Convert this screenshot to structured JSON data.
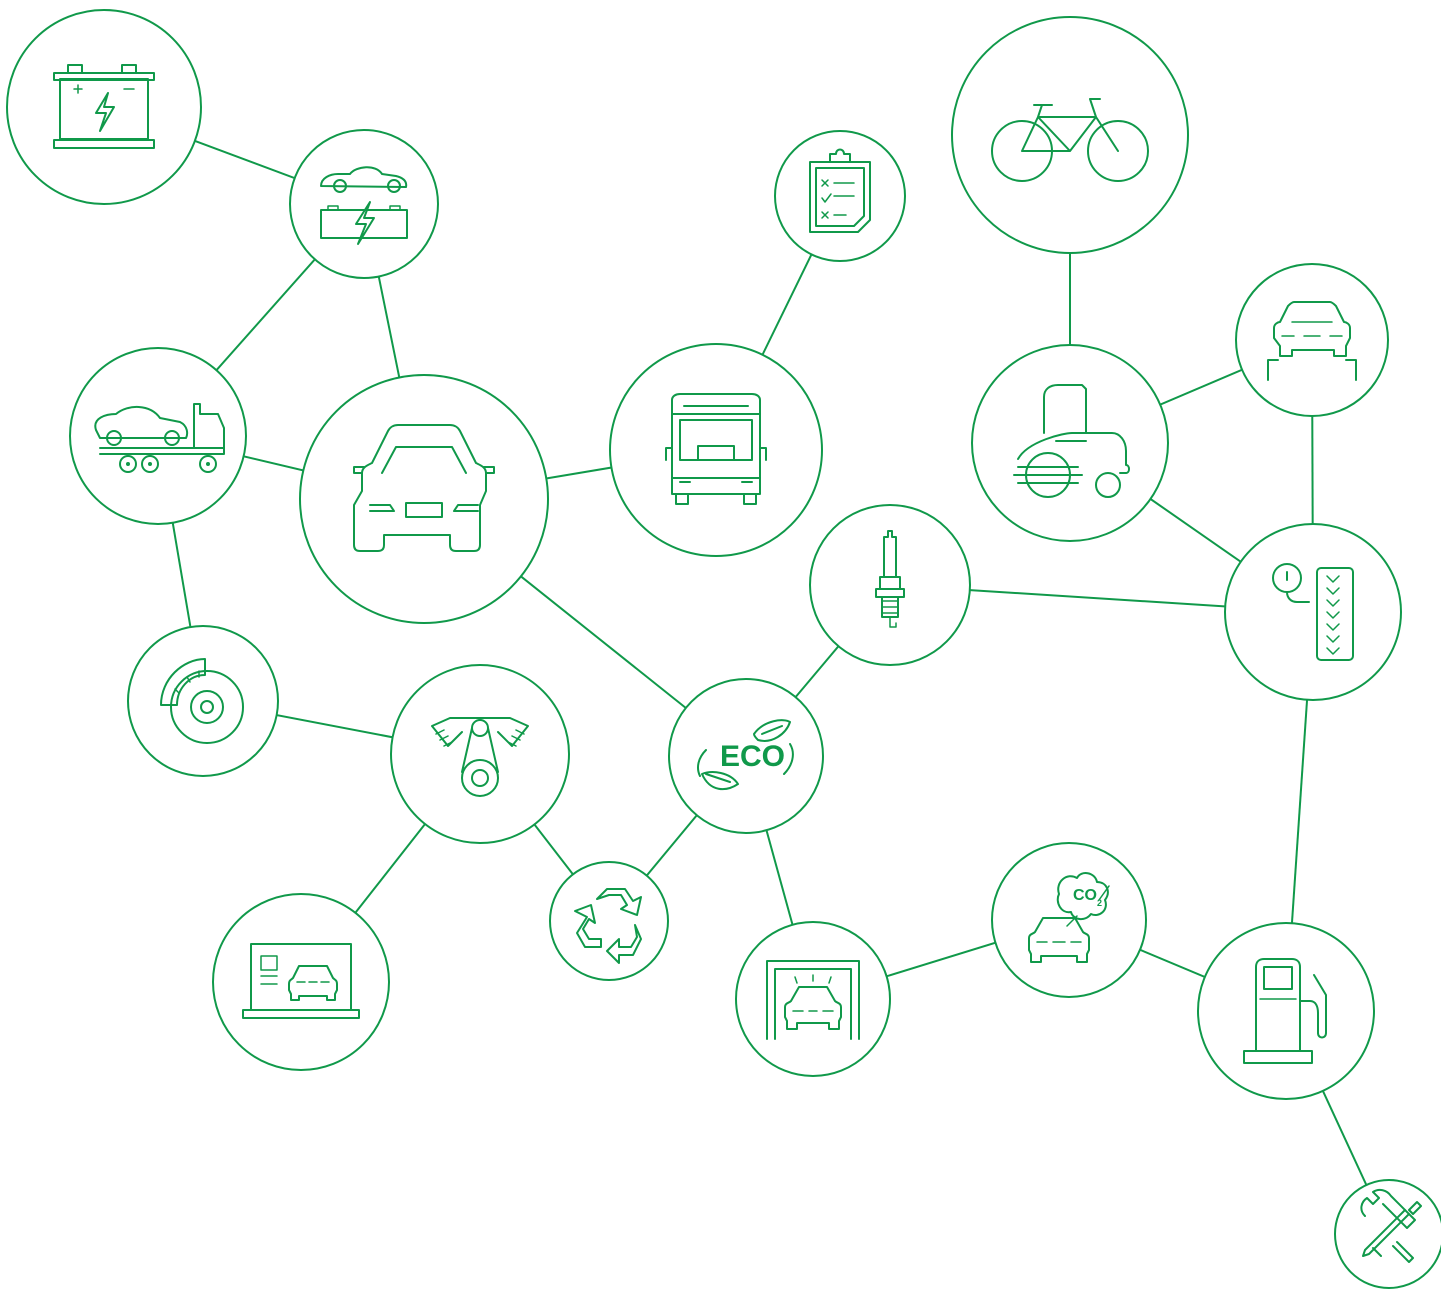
{
  "theme": {
    "stroke": "#10994a",
    "background": "#ffffff"
  },
  "nodes": [
    {
      "id": "battery",
      "icon": "battery-icon"
    },
    {
      "id": "ev-charging",
      "icon": "electric-car-battery-icon"
    },
    {
      "id": "checklist",
      "icon": "checklist-clipboard-icon"
    },
    {
      "id": "bicycle",
      "icon": "bicycle-icon"
    },
    {
      "id": "tow-truck",
      "icon": "tow-truck-icon"
    },
    {
      "id": "car",
      "icon": "car-front-icon"
    },
    {
      "id": "bus",
      "icon": "bus-icon"
    },
    {
      "id": "road-roller",
      "icon": "road-roller-icon"
    },
    {
      "id": "car-lift",
      "icon": "car-lift-icon"
    },
    {
      "id": "spark-plug",
      "icon": "spark-plug-icon"
    },
    {
      "id": "tire-pressure",
      "icon": "tire-pressure-icon"
    },
    {
      "id": "brake-disc",
      "icon": "brake-disc-icon"
    },
    {
      "id": "engine",
      "icon": "engine-icon"
    },
    {
      "id": "eco",
      "icon": "eco-leaves-icon",
      "label": "ECO"
    },
    {
      "id": "laptop-diagnostics",
      "icon": "laptop-car-icon"
    },
    {
      "id": "recycle",
      "icon": "recycle-icon"
    },
    {
      "id": "car-wash",
      "icon": "car-wash-icon"
    },
    {
      "id": "co2-emissions",
      "icon": "co2-car-icon",
      "label": "CO",
      "sub": "2"
    },
    {
      "id": "fuel-pump",
      "icon": "fuel-pump-icon"
    },
    {
      "id": "tools",
      "icon": "wrench-screwdriver-icon"
    }
  ],
  "edges": [
    [
      "battery",
      "ev-charging"
    ],
    [
      "ev-charging",
      "tow-truck"
    ],
    [
      "ev-charging",
      "car"
    ],
    [
      "tow-truck",
      "car"
    ],
    [
      "tow-truck",
      "brake-disc"
    ],
    [
      "car",
      "bus"
    ],
    [
      "car",
      "eco"
    ],
    [
      "bus",
      "checklist"
    ],
    [
      "bicycle",
      "road-roller"
    ],
    [
      "road-roller",
      "car-lift"
    ],
    [
      "road-roller",
      "tire-pressure"
    ],
    [
      "car-lift",
      "tire-pressure"
    ],
    [
      "spark-plug",
      "tire-pressure"
    ],
    [
      "spark-plug",
      "eco"
    ],
    [
      "tire-pressure",
      "fuel-pump"
    ],
    [
      "brake-disc",
      "engine"
    ],
    [
      "engine",
      "laptop-diagnostics"
    ],
    [
      "engine",
      "recycle"
    ],
    [
      "recycle",
      "eco"
    ],
    [
      "eco",
      "car-wash"
    ],
    [
      "car-wash",
      "co2-emissions"
    ],
    [
      "co2-emissions",
      "fuel-pump"
    ],
    [
      "fuel-pump",
      "tools"
    ]
  ]
}
